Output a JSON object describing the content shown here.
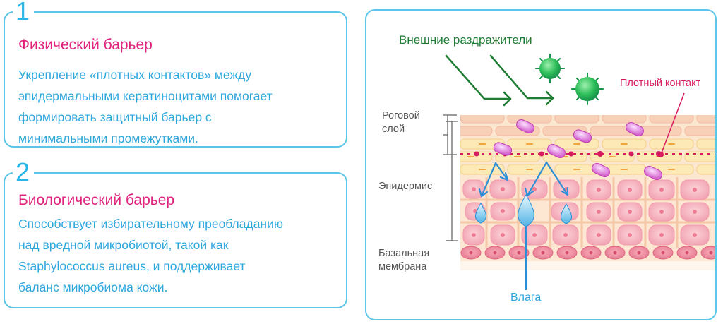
{
  "cards": [
    {
      "number": "1",
      "title": "Физический барьер",
      "lines": [
        "Укрепление «плотных контактов» между",
        "эпидермальными кератиноцитами помогает",
        "формировать защитный барьер с",
        "минимальными промежутками."
      ]
    },
    {
      "number": "2",
      "title": "Биологический барьер",
      "lines": [
        "Способствует избирательному преобладанию",
        "над вредной микробиотой, такой как",
        "Staphylococcus aureus, и поддерживает",
        "баланс микробиома кожи."
      ]
    }
  ],
  "diagram": {
    "external": "Внешние раздражители",
    "tight_junction": "Плотный контакт",
    "stratum_line1": "Роговой",
    "stratum_line2": "слой",
    "epidermis": "Эпидермис",
    "basal_line1": "Базальная",
    "basal_line2": "мембрана",
    "moisture": "Влага",
    "colors": {
      "green": "#1e7d32",
      "magenta": "#d81b60",
      "blue": "#2ea7dd",
      "card_border": "#5cc6e8"
    }
  }
}
